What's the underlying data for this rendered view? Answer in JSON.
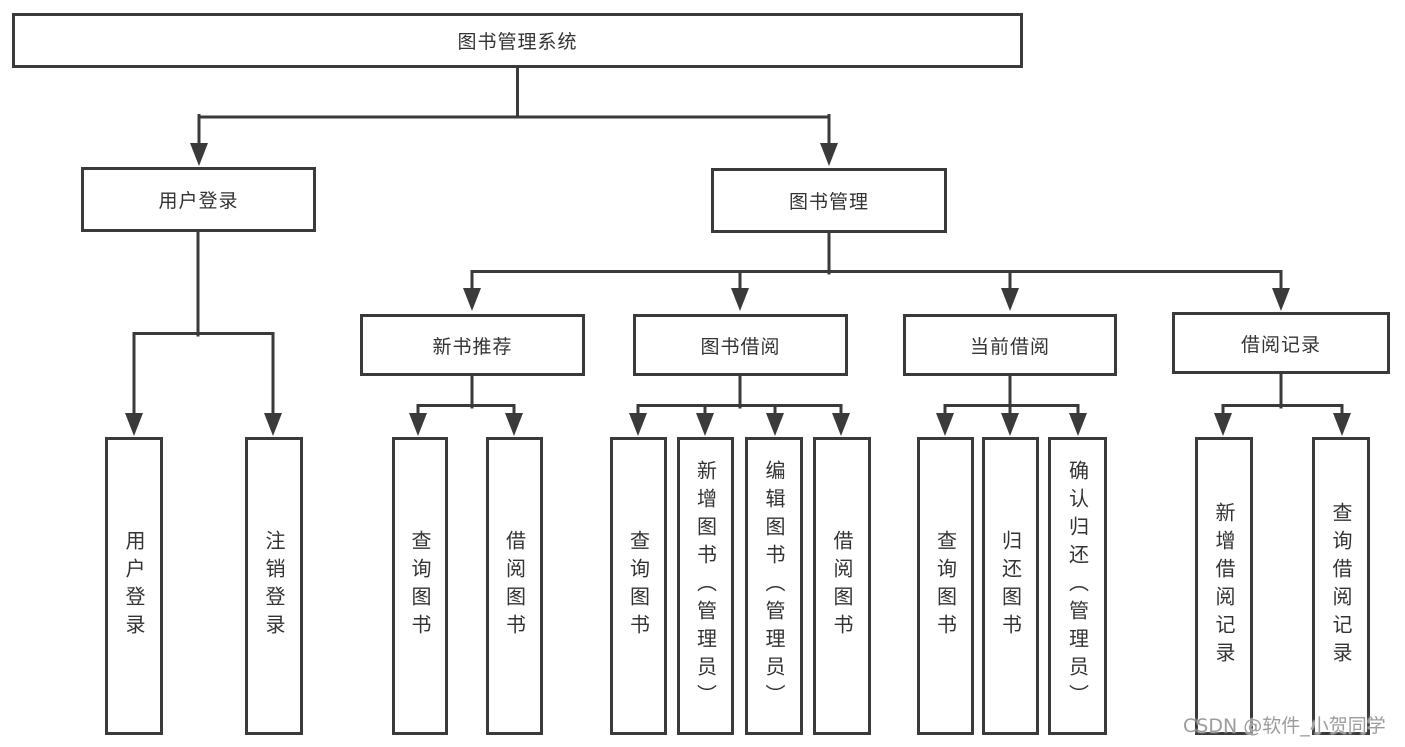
{
  "tree": {
    "root": {
      "label": "图书管理系统"
    },
    "children": [
      {
        "label": "用户登录",
        "children": [
          {
            "label": "用户登录"
          },
          {
            "label": "注销登录"
          }
        ]
      },
      {
        "label": "图书管理",
        "children": [
          {
            "label": "新书推荐",
            "children": [
              {
                "label": "查询图书"
              },
              {
                "label": "借阅图书"
              }
            ]
          },
          {
            "label": "图书借阅",
            "children": [
              {
                "label": "查询图书"
              },
              {
                "label": "新增图书（管理员）"
              },
              {
                "label": "编辑图书（管理员）"
              },
              {
                "label": "借阅图书"
              }
            ]
          },
          {
            "label": "当前借阅",
            "children": [
              {
                "label": "查询图书"
              },
              {
                "label": "归还图书"
              },
              {
                "label": "确认归还（管理员）"
              }
            ]
          },
          {
            "label": "借阅记录",
            "children": [
              {
                "label": "新增借阅记录"
              },
              {
                "label": "查询借阅记录"
              }
            ]
          }
        ]
      }
    ]
  },
  "watermark": {
    "text": "CSDN @软件_小贺同学"
  },
  "colors": {
    "line": "#3a3a3a",
    "text": "#333333",
    "box_background": "#ffffff",
    "watermark": "#9c9c9c",
    "background": "#ffffff"
  }
}
